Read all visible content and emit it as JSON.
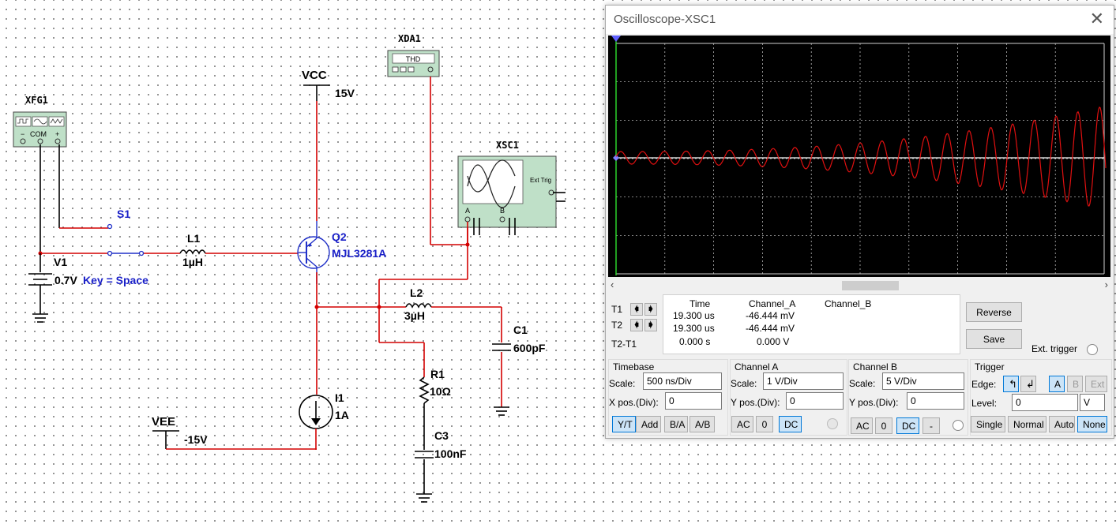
{
  "schematic": {
    "xfg1": {
      "name": "XFG1",
      "com": "COM",
      "minus": "−",
      "plus": "+"
    },
    "xda1": {
      "name": "XDA1",
      "display": "THD"
    },
    "xsc1": {
      "name": "XSC1",
      "ext_trig": "Ext Trig",
      "a": "A",
      "b": "B"
    },
    "vcc": {
      "name": "VCC",
      "value": "15V"
    },
    "vee": {
      "name": "VEE",
      "value": "-15V"
    },
    "s1": {
      "name": "S1",
      "key": "Key = Space"
    },
    "v1": {
      "name": "V1",
      "value": "0.7V"
    },
    "l1": {
      "name": "L1",
      "value": "1µH"
    },
    "q2": {
      "name": "Q2",
      "part": "MJL3281A"
    },
    "l2": {
      "name": "L2",
      "value": "3µH"
    },
    "c1": {
      "name": "C1",
      "value": "600pF"
    },
    "r1": {
      "name": "R1",
      "value": "10Ω"
    },
    "c3": {
      "name": "C3",
      "value": "100nF"
    },
    "i1": {
      "name": "I1",
      "value": "1A"
    }
  },
  "scope": {
    "title": "Oscilloscope-XSC1",
    "close": "✕",
    "trace_color": "#e01010",
    "readout": {
      "headers": [
        "Time",
        "Channel_A",
        "Channel_B"
      ],
      "rows": [
        {
          "label": "T1",
          "time": "19.300 us",
          "a": "-46.444 mV",
          "b": ""
        },
        {
          "label": "T2",
          "time": "19.300 us",
          "a": "-46.444 mV",
          "b": ""
        },
        {
          "label": "T2-T1",
          "time": "0.000 s",
          "a": "0.000 V",
          "b": ""
        }
      ]
    },
    "buttons": {
      "reverse": "Reverse",
      "save": "Save",
      "ext_trigger": "Ext. trigger"
    },
    "timebase": {
      "title": "Timebase",
      "scale_label": "Scale:",
      "scale": "500 ns/Div",
      "xpos_label": "X pos.(Div):",
      "xpos": "0",
      "modes": [
        "Y/T",
        "Add",
        "B/A",
        "A/B"
      ],
      "active_mode": "Y/T"
    },
    "channel_a": {
      "title": "Channel A",
      "scale_label": "Scale:",
      "scale": "1  V/Div",
      "ypos_label": "Y pos.(Div):",
      "ypos": "0",
      "coupling": [
        "AC",
        "0",
        "DC"
      ],
      "active": "DC"
    },
    "channel_b": {
      "title": "Channel B",
      "scale_label": "Scale:",
      "scale": "5  V/Div",
      "ypos_label": "Y pos.(Div):",
      "ypos": "0",
      "coupling": [
        "AC",
        "0",
        "DC",
        "-"
      ],
      "active": "DC"
    },
    "trigger": {
      "title": "Trigger",
      "edge_label": "Edge:",
      "level_label": "Level:",
      "level": "0",
      "level_unit": "V",
      "sources": [
        "A",
        "B",
        "Ext"
      ],
      "active_source": "A",
      "modes": [
        "Single",
        "Normal",
        "Auto",
        "None"
      ],
      "active_mode": "None"
    }
  }
}
